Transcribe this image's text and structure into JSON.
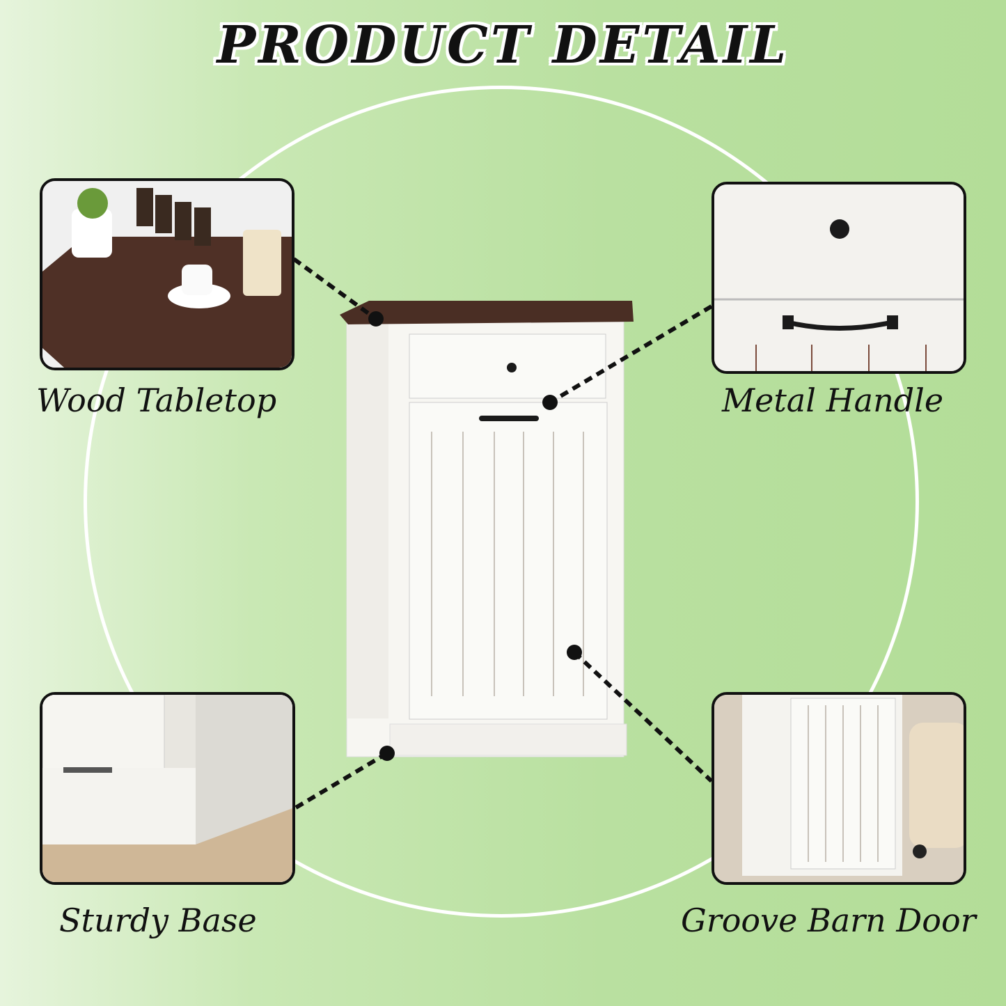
{
  "title": "PRODUCT DETAIL",
  "features": [
    {
      "label": "Wood Tabletop",
      "icon": "wood-tabletop-photo"
    },
    {
      "label": "Metal Handle",
      "icon": "metal-handle-photo"
    },
    {
      "label": "Sturdy Base",
      "icon": "sturdy-base-photo"
    },
    {
      "label": "Groove Barn Door",
      "icon": "barn-door-photo"
    }
  ],
  "colors": {
    "background": "#b9e0a0",
    "cabinet": "#f7f6f2",
    "tabletop": "#4a2e24",
    "hardware": "#1a1a1a"
  }
}
